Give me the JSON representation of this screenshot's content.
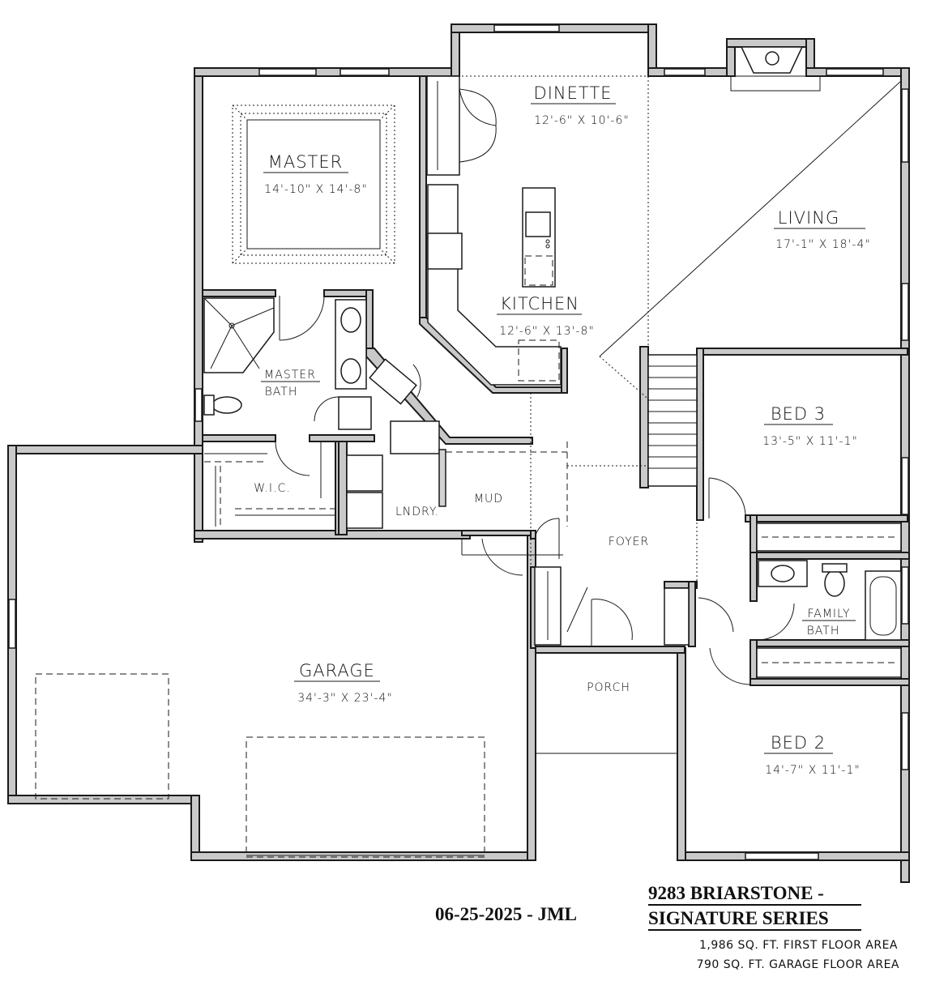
{
  "rooms": {
    "dinette": {
      "name": "DINETTE",
      "dims": "12'-6\" X 10'-6\""
    },
    "master": {
      "name": "MASTER",
      "dims": "14'-10\" X 14'-8\""
    },
    "living": {
      "name": "LIVING",
      "dims": "17'-1\" X 18'-4\""
    },
    "kitchen": {
      "name": "KITCHEN",
      "dims": "12'-6\" X 13'-8\""
    },
    "master_bath": {
      "line1": "MASTER",
      "line2": "BATH"
    },
    "bed3": {
      "name": "BED 3",
      "dims": "13'-5\" X 11'-1\""
    },
    "wic": {
      "name": "W.I.C."
    },
    "laundry": {
      "name": "LNDRY."
    },
    "mud": {
      "name": "MUD"
    },
    "foyer": {
      "name": "FOYER"
    },
    "family_bath": {
      "line1": "FAMILY",
      "line2": "BATH"
    },
    "garage": {
      "name": "GARAGE",
      "dims": "34'-3\" X 23'-4\""
    },
    "porch": {
      "name": "PORCH"
    },
    "bed2": {
      "name": "BED 2",
      "dims": "14'-7\" X 11'-1\""
    }
  },
  "footer": {
    "date_stamp": "06-25-2025 - JML",
    "title_line1": "9283 BRIARSTONE -",
    "title_line2": "SIGNATURE SERIES",
    "area_first_floor": "1,986 SQ. FT. FIRST FLOOR AREA",
    "area_garage": "790 SQ. FT. GARAGE FLOOR AREA"
  }
}
